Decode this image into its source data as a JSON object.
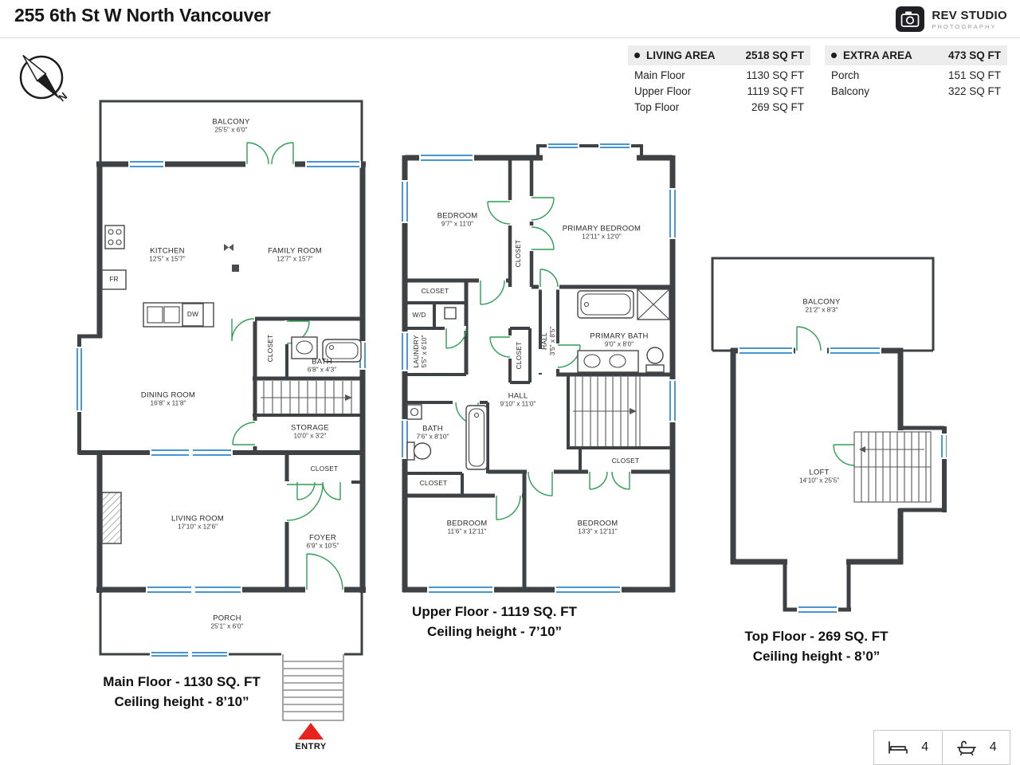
{
  "header": {
    "title": "255 6th St W North Vancouver",
    "logo": {
      "name": "REV STUDIO",
      "sub": "PHOTOGRAPHY"
    }
  },
  "compass": {
    "label": "N"
  },
  "stats": {
    "living": {
      "label": "LIVING AREA",
      "total": "2518 SQ FT",
      "rows": [
        {
          "label": "Main Floor",
          "value": "1130 SQ FT"
        },
        {
          "label": "Upper Floor",
          "value": "1119 SQ FT"
        },
        {
          "label": "Top Floor",
          "value": "269 SQ FT"
        }
      ]
    },
    "extra": {
      "label": "EXTRA AREA",
      "total": "473 SQ FT",
      "rows": [
        {
          "label": "Porch",
          "value": "151 SQ FT"
        },
        {
          "label": "Balcony",
          "value": "322 SQ FT"
        }
      ]
    }
  },
  "rooms": {
    "m_balcony": {
      "name": "BALCONY",
      "dims": "25'5\" x 6'0\""
    },
    "m_kitchen": {
      "name": "KITCHEN",
      "dims": "12'5\" x 15'7\""
    },
    "m_family": {
      "name": "FAMILY ROOM",
      "dims": "12'7\" x 15'7\""
    },
    "m_fr": {
      "name": "FR"
    },
    "m_dw": {
      "name": "DW"
    },
    "m_closet_bath": {
      "name": "CLOSET"
    },
    "m_bath": {
      "name": "BATH",
      "dims": "6'8\" x 4'3\""
    },
    "m_dining": {
      "name": "DINING ROOM",
      "dims": "16'8\" x 11'8\""
    },
    "m_storage": {
      "name": "STORAGE",
      "dims": "10'0\" x 3'2\""
    },
    "m_closet_foyer": {
      "name": "CLOSET"
    },
    "m_living": {
      "name": "LIVING ROOM",
      "dims": "17'10\" x 12'6\""
    },
    "m_foyer": {
      "name": "FOYER",
      "dims": "6'9\" x 10'5\""
    },
    "m_porch": {
      "name": "PORCH",
      "dims": "25'1\" x 6'0\""
    },
    "u_bedroom1": {
      "name": "BEDROOM",
      "dims": "9'7\" x 11'0\""
    },
    "u_primary": {
      "name": "PRIMARY BEDROOM",
      "dims": "12'11\" x 12'0\""
    },
    "u_closet_a": {
      "name": "CLOSET"
    },
    "u_closet_b": {
      "name": "CLOSET"
    },
    "u_wd": {
      "name": "W/D"
    },
    "u_laundry": {
      "name": "LAUNDRY",
      "dims": "5'5\" x 6'10\""
    },
    "u_hall_small": {
      "name": "HALL",
      "dims": "3'5\" x 8'5\""
    },
    "u_primary_bath": {
      "name": "PRIMARY BATH",
      "dims": "9'0\" x 8'0\""
    },
    "u_closet_c": {
      "name": "CLOSET"
    },
    "u_hall": {
      "name": "HALL",
      "dims": "9'10\" x 11'0\""
    },
    "u_bath": {
      "name": "BATH",
      "dims": "7'6\" x 8'10\""
    },
    "u_closet_d": {
      "name": "CLOSET"
    },
    "u_closet_e": {
      "name": "CLOSET"
    },
    "u_bedroom2": {
      "name": "BEDROOM",
      "dims": "11'6\" x 12'11\""
    },
    "u_bedroom3": {
      "name": "BEDROOM",
      "dims": "13'3\" x 12'11\""
    },
    "t_balcony": {
      "name": "BALCONY",
      "dims": "21'2\" x 8'3\""
    },
    "t_loft": {
      "name": "LOFT",
      "dims": "14'10\" x 25'5\""
    }
  },
  "captions": {
    "main": {
      "line1": "Main Floor - 1130 SQ. FT",
      "line2": "Ceiling height - 8’10”"
    },
    "upper": {
      "line1": "Upper Floor - 1119 SQ. FT",
      "line2": "Ceiling height - 7’10”"
    },
    "top": {
      "line1": "Top Floor - 269 SQ. FT",
      "line2": "Ceiling height - 8’0”"
    }
  },
  "entry": {
    "label": "ENTRY"
  },
  "legend": {
    "beds": "4",
    "baths": "4"
  },
  "colors": {
    "wall": "#3f4245",
    "window": "#2e86c9",
    "door": "#2f9e55",
    "entry_arrow": "#e8231d"
  }
}
